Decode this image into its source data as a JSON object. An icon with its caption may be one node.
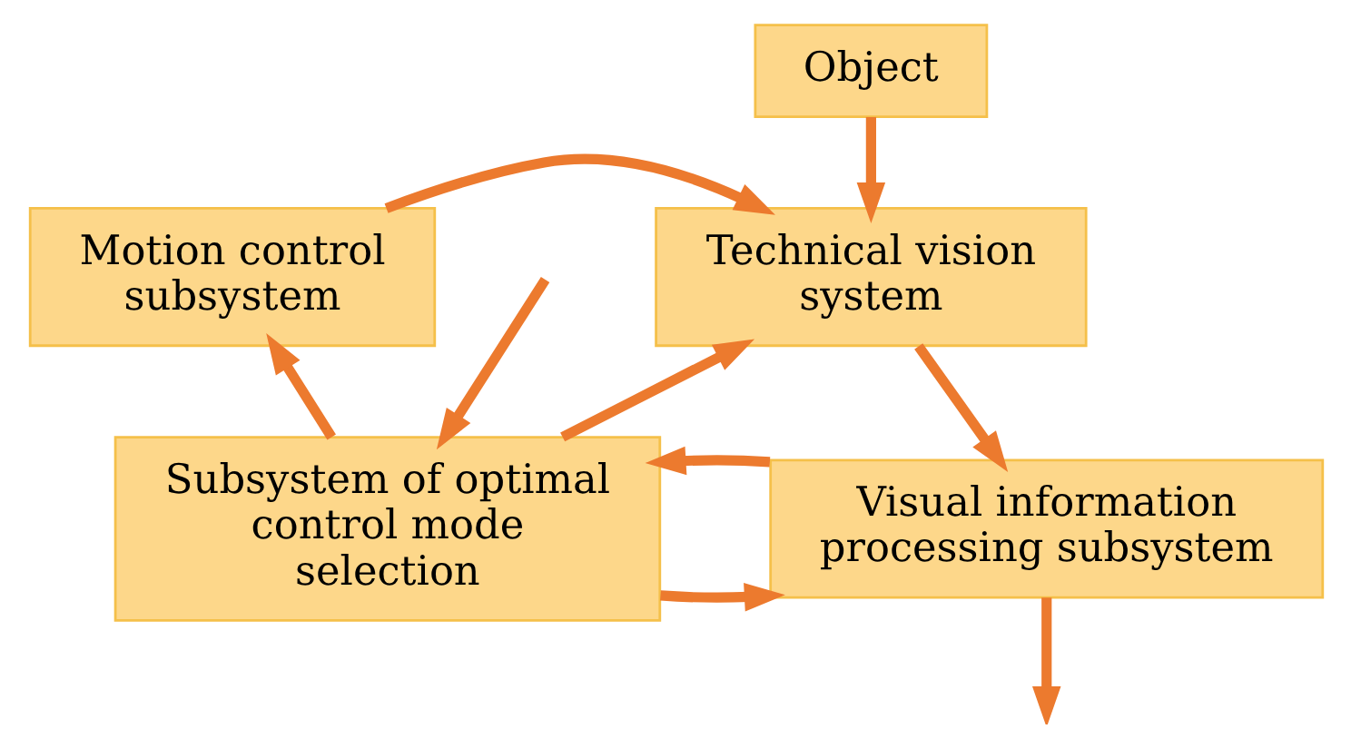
{
  "diagram": {
    "nodes": [
      {
        "text": [
          "Object"
        ]
      },
      {
        "text": [
          "Motion control subsystem"
        ]
      },
      {
        "text": [
          "Technical vision system"
        ]
      },
      {
        "text": [
          "Subsystem of optimal control mode selection"
        ]
      },
      {
        "text": [
          "Visual information processing subsystem"
        ]
      }
    ],
    "edges": [
      {
        "from": 0,
        "to": 2,
        "arrow": "to"
      },
      {
        "from": 1,
        "to": 2,
        "arrow": "to"
      },
      {
        "from": 3,
        "to": 1,
        "arrow": "to"
      },
      {
        "from": 3,
        "to": 2,
        "arrow": "to"
      },
      {
        "from": 2,
        "to": 4,
        "arrow": "to"
      },
      {
        "from": 3,
        "to": 4,
        "arrow": "to"
      },
      {
        "from": null,
        "to": 3,
        "arrow": "to"
      },
      {
        "from": 4,
        "to": null,
        "arrow": "to"
      },
      {
        "from": 4,
        "to": 3,
        "arrow": "to"
      }
    ]
  }
}
